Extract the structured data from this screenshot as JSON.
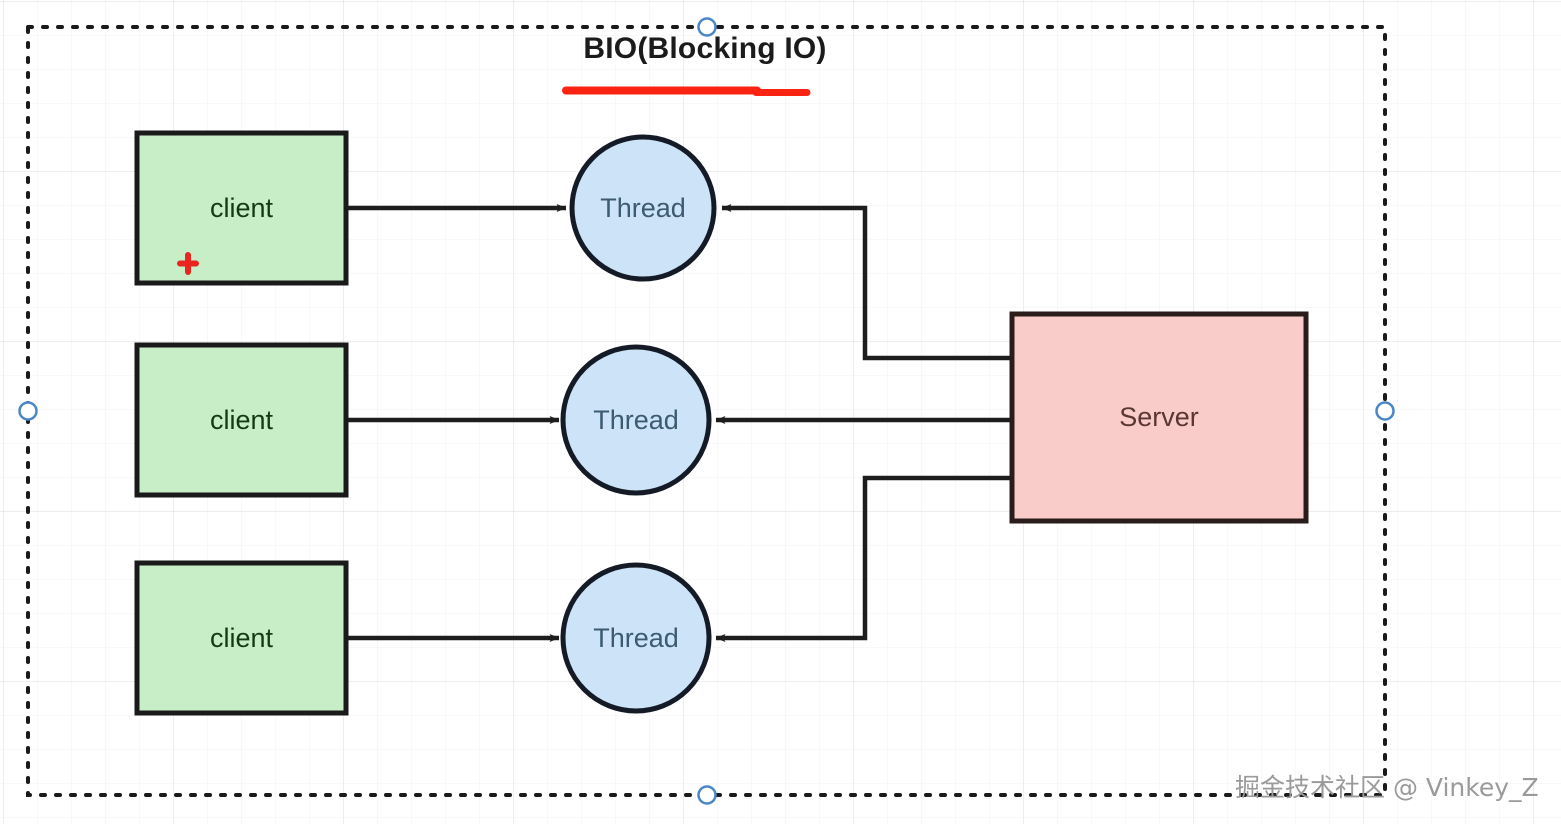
{
  "diagram": {
    "title": "BIO(Blocking IO)",
    "title_underline_color": "#fb2412",
    "selection": {
      "border_style": "dotted",
      "border_color": "#1a1a1a",
      "handle_color": "#4a86c8",
      "handles": [
        "top-center",
        "left-middle",
        "right-middle",
        "bottom-center"
      ]
    },
    "nodes": {
      "clients": [
        {
          "label": "client",
          "id": "client-1",
          "marker": "red-plus"
        },
        {
          "label": "client",
          "id": "client-2",
          "marker": ""
        },
        {
          "label": "client",
          "id": "client-3",
          "marker": ""
        }
      ],
      "threads": [
        {
          "label": "Thread",
          "id": "thread-1"
        },
        {
          "label": "Thread",
          "id": "thread-2"
        },
        {
          "label": "Thread",
          "id": "thread-3"
        }
      ],
      "server": {
        "label": "Server",
        "id": "server-1"
      }
    },
    "colors": {
      "client_fill": "#c8eec8",
      "client_stroke": "#1a1a1a",
      "thread_fill": "#cde4f8",
      "thread_stroke": "#141a26",
      "server_fill": "#f9ccc9",
      "server_stroke": "#2a1c1b",
      "connector": "#1d1d1d",
      "marker_red": "#e8261f"
    },
    "connectors": [
      {
        "from": "client-1",
        "to": "thread-1",
        "type": "straight-arrow"
      },
      {
        "from": "client-2",
        "to": "thread-2",
        "type": "straight-arrow"
      },
      {
        "from": "client-3",
        "to": "thread-3",
        "type": "straight-arrow"
      },
      {
        "from": "server-1",
        "to": "thread-1",
        "type": "elbow-arrow"
      },
      {
        "from": "server-1",
        "to": "thread-2",
        "type": "straight-arrow"
      },
      {
        "from": "server-1",
        "to": "thread-3",
        "type": "elbow-arrow"
      }
    ]
  },
  "watermark": {
    "text": "掘金技术社区 @ Vinkey_Z"
  }
}
